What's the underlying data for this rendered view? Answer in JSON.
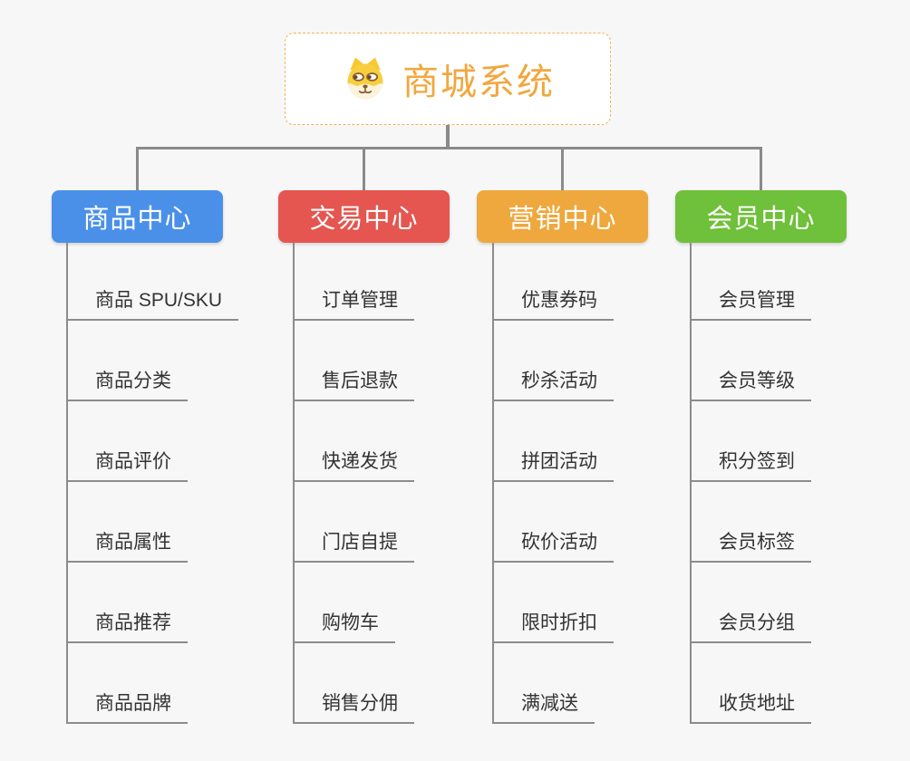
{
  "root": {
    "title": "商城系统",
    "icon": "dog-face-icon",
    "accent_color": "#F2A73D"
  },
  "branches": [
    {
      "label": "商品中心",
      "color": "#4A90E8",
      "children": [
        "商品 SPU/SKU",
        "商品分类",
        "商品评价",
        "商品属性",
        "商品推荐",
        "商品品牌"
      ]
    },
    {
      "label": "交易中心",
      "color": "#E4564F",
      "children": [
        "订单管理",
        "售后退款",
        "快递发货",
        "门店自提",
        "购物车",
        "销售分佣"
      ]
    },
    {
      "label": "营销中心",
      "color": "#EEA83D",
      "children": [
        "优惠券码",
        "秒杀活动",
        "拼团活动",
        "砍价活动",
        "限时折扣",
        "满减送"
      ]
    },
    {
      "label": "会员中心",
      "color": "#6FC03A",
      "children": [
        "会员管理",
        "会员等级",
        "积分签到",
        "会员标签",
        "会员分组",
        "收货地址"
      ]
    }
  ],
  "colors": {
    "background": "#F7F7F7",
    "connector": "#8A8A8A",
    "child_line": "#8C8C8C",
    "child_text": "#333333",
    "root_border": "#F0B35A"
  }
}
